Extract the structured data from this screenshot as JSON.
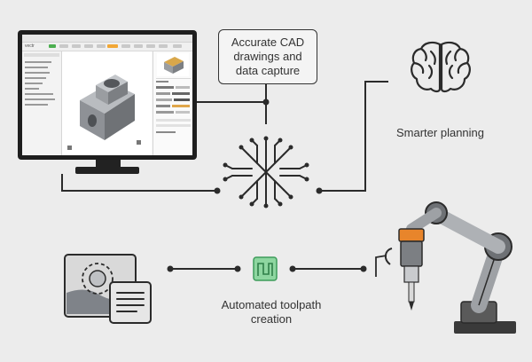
{
  "diagram": {
    "callout_cad": "Accurate CAD drawings and data capture",
    "label_planning": "Smarter planning",
    "label_toolpath": "Automated toolpath creation"
  },
  "cad_app": {
    "brand": "vectr"
  },
  "colors": {
    "background": "#ececec",
    "line": "#333333",
    "toolpath_icon": "#4caf6e",
    "robot_orange": "#e8852b",
    "part_gray": "#8e9196",
    "button_green": "#4caf50",
    "button_orange": "#f2a735"
  },
  "icons": [
    "monitor-icon",
    "brain-icon",
    "circuit-hub-icon",
    "robot-arm-icon",
    "toolpath-icon",
    "drawing-document-icon"
  ]
}
